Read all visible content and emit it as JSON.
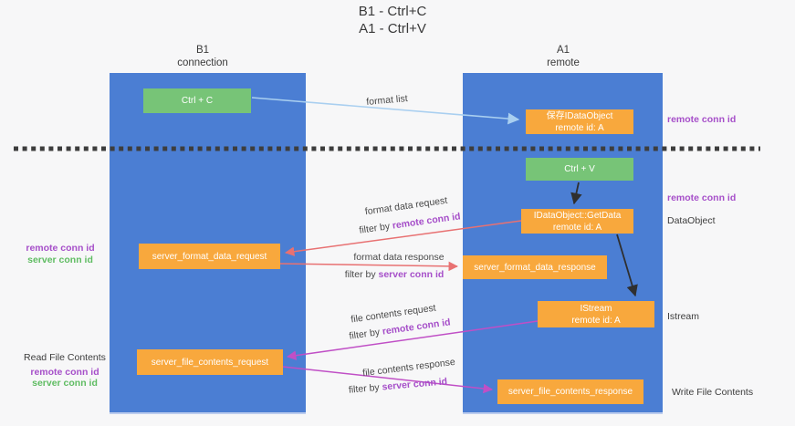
{
  "title": {
    "line1": "B1 - Ctrl+C",
    "line2": "A1 - Ctrl+V"
  },
  "lanes": {
    "left": {
      "name": "B1",
      "role": "connection"
    },
    "right": {
      "name": "A1",
      "role": "remote"
    }
  },
  "nodes": {
    "ctrl_c": {
      "label": "Ctrl + C"
    },
    "saved_idataobject": {
      "line1": "保存IDataObject",
      "line2": "remote id: A"
    },
    "ctrl_v": {
      "label": "Ctrl + V"
    },
    "getdata": {
      "line1": "IDataObject::GetData",
      "line2": "remote id: A"
    },
    "server_format_data_request": {
      "label": "server_format_data_request"
    },
    "server_format_data_response": {
      "label": "server_format_data_response"
    },
    "istream": {
      "line1": "IStream",
      "line2": "remote id: A"
    },
    "server_file_contents_request": {
      "label": "server_file_contents_request"
    },
    "server_file_contents_response": {
      "label": "server_file_contents_response"
    }
  },
  "flow_labels": {
    "format_list": "format list",
    "format_data_request": "format data request",
    "format_data_response": "format data response",
    "file_contents_request": "file contents request",
    "file_contents_response": "file contents response",
    "filter_by": "filter by ",
    "remote_conn_id": "remote conn id",
    "server_conn_id": "server conn id"
  },
  "side_labels": {
    "left_top": {
      "remote": "remote conn id",
      "server": "server conn id"
    },
    "left_bottom": {
      "title": "Read File Contents",
      "remote": "remote conn id",
      "server": "server conn id"
    },
    "right": {
      "remote_top": "remote conn id",
      "remote_mid": "remote conn id",
      "dataobject": "DataObject",
      "istream": "Istream",
      "write": "Write File Contents"
    }
  },
  "colors": {
    "lane_blue": "#4b7ed3",
    "box_orange": "#f8a83d",
    "box_green": "#77c477",
    "arrow_red": "#e87172",
    "arrow_magenta": "#c04fc6",
    "arrow_lightblue": "#a9cff0",
    "arrow_black": "#2f2f2f",
    "text_purple": "#a64fc9",
    "text_green": "#5fbc62",
    "text_dark": "#3c3c3c"
  }
}
